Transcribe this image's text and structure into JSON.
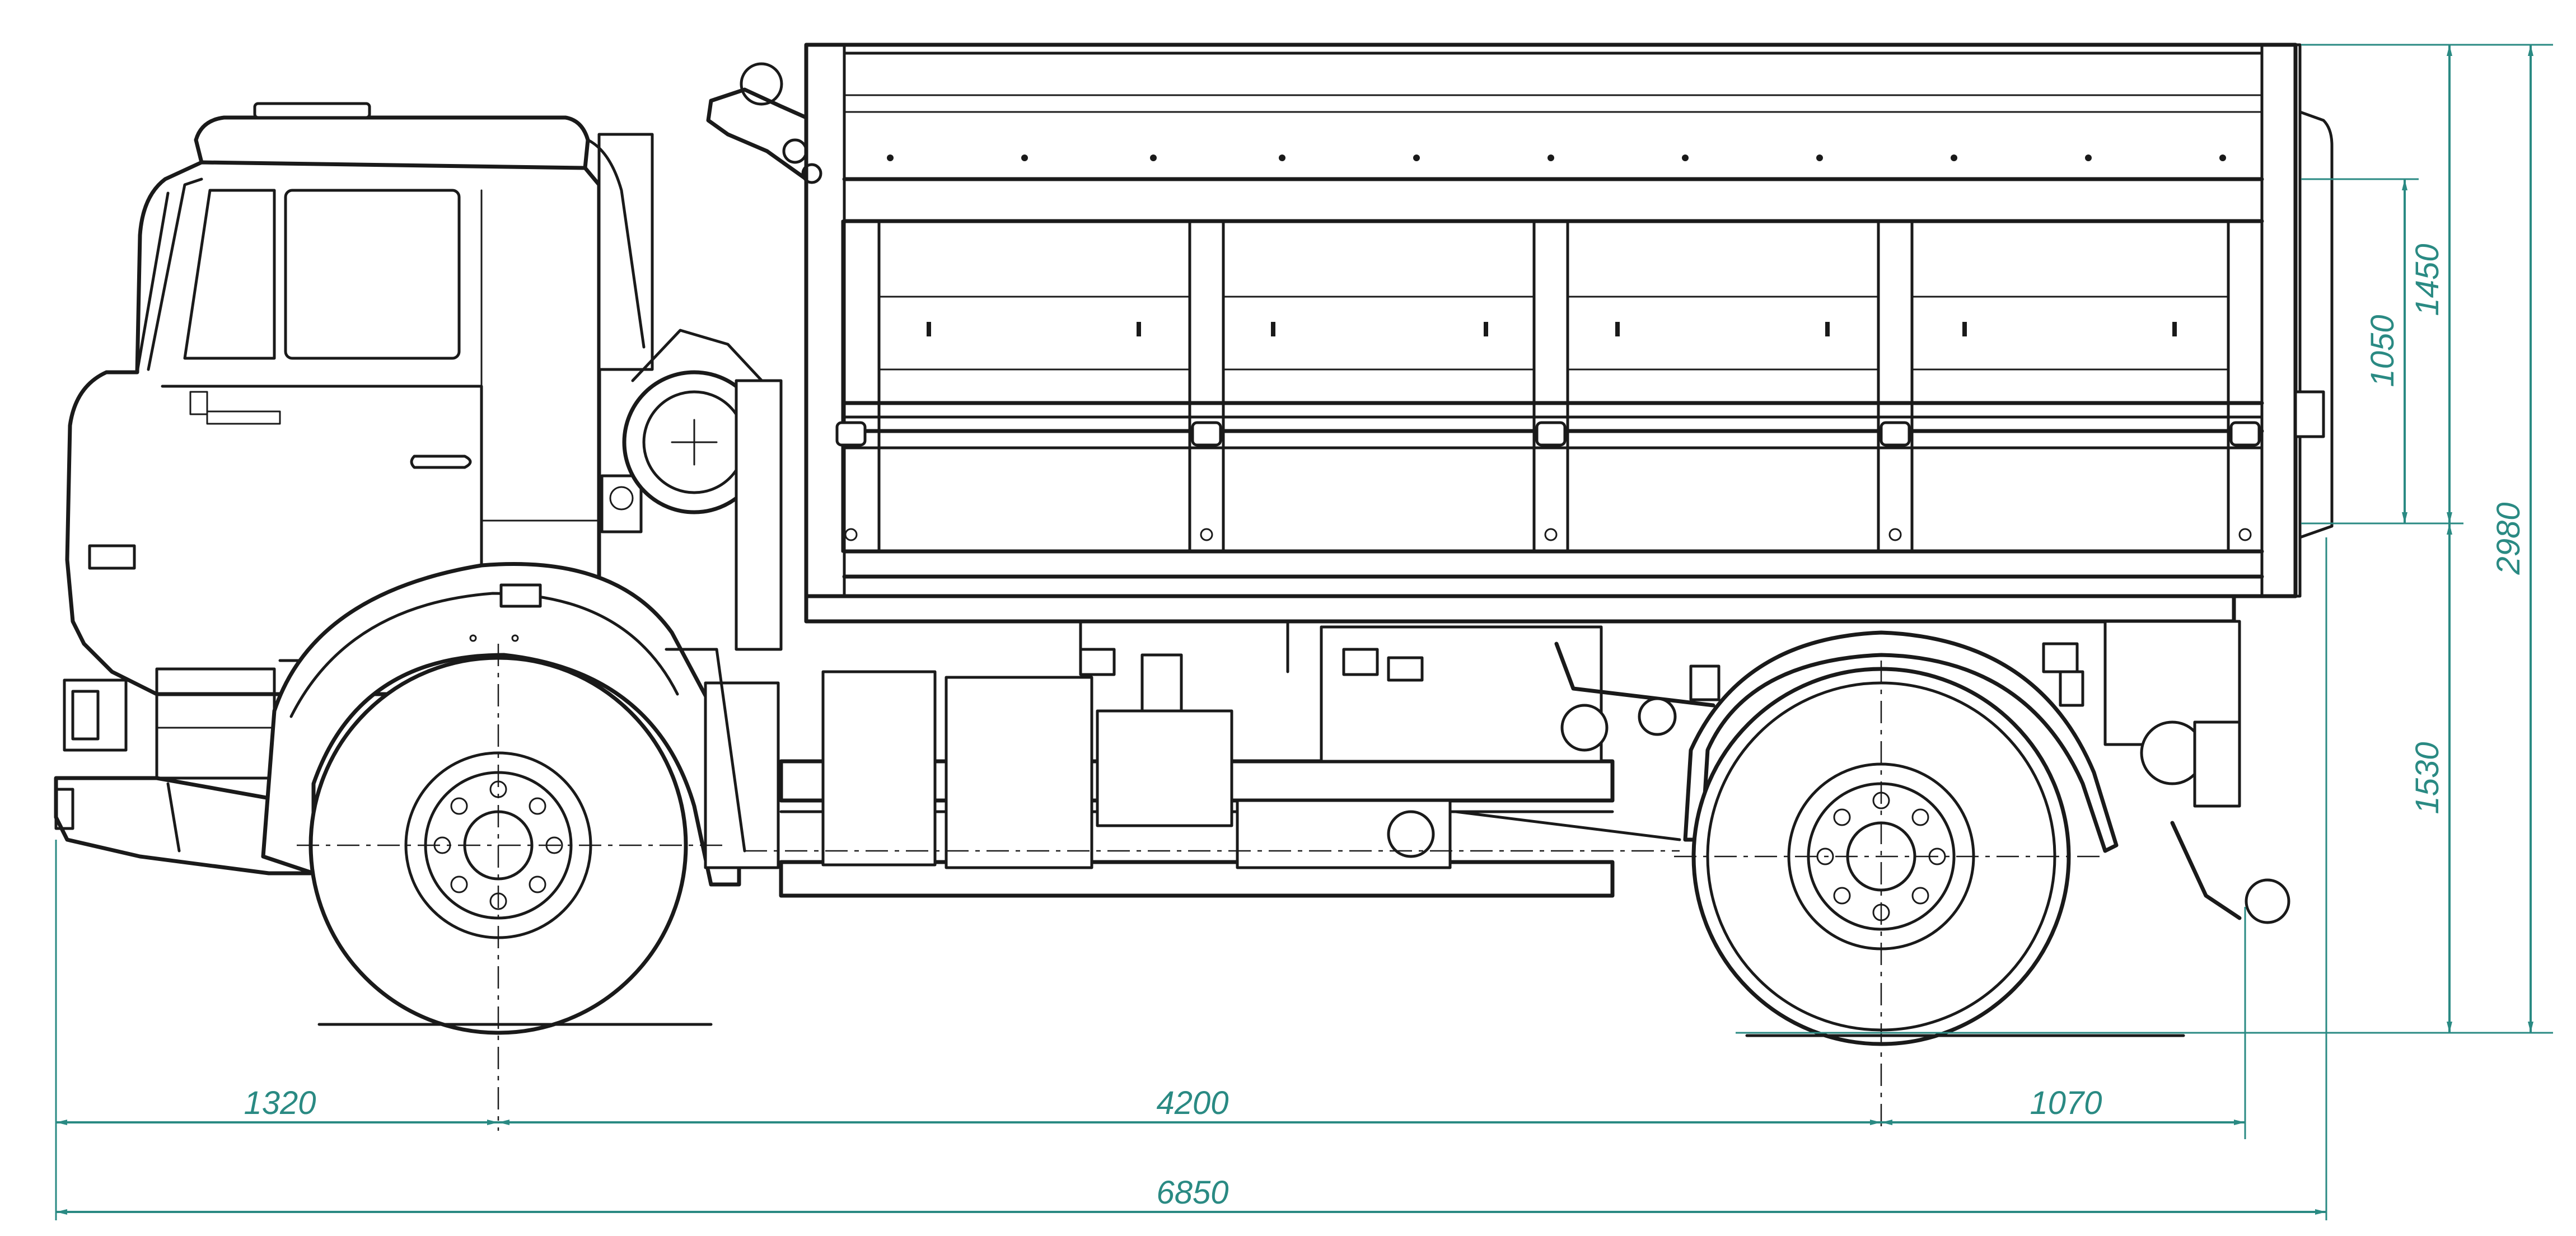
{
  "colors": {
    "dimension": "#2a8a83",
    "linework": "#1a1a1a",
    "background": "#ffffff"
  },
  "dimensions": {
    "front_overhang": "1320",
    "wheelbase": "4200",
    "rear_overhang": "1070",
    "overall_length": "6850",
    "side_height": "1050",
    "body_height": "1450",
    "overall_height": "2980",
    "floor_height": "1530"
  }
}
